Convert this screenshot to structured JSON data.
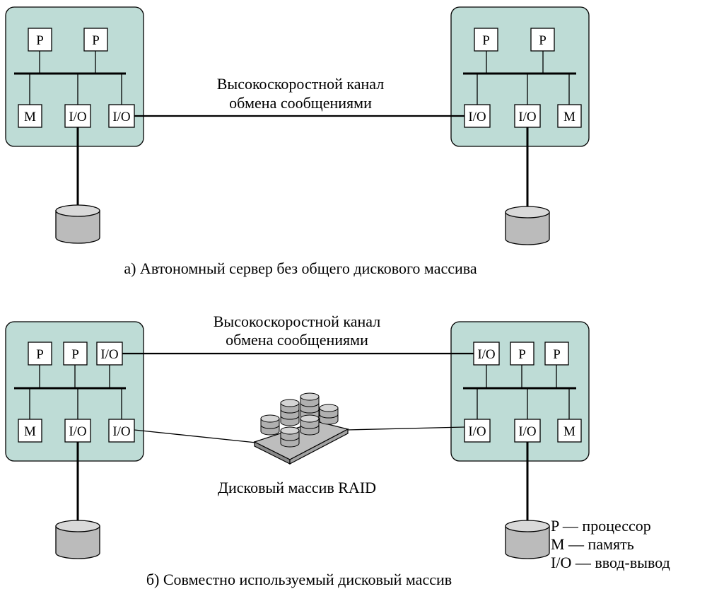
{
  "labels": {
    "processor": "P",
    "memory": "M",
    "io": "I/O"
  },
  "diagram_a": {
    "channel_line1": "Высокоскоростной канал",
    "channel_line2": "обмена сообщениями",
    "caption": "а) Автономный сервер без общего дискового массива"
  },
  "diagram_b": {
    "channel_line1": "Высокоскоростной канал",
    "channel_line2": "обмена сообщениями",
    "raid_label": "Дисковый массив RAID",
    "caption": "б) Совместно используемый дисковый массив"
  },
  "legend": {
    "p": "P — процессор",
    "m": "M — память",
    "io": "I/O — ввод-вывод"
  },
  "colors": {
    "node_fill": "#bedcd6",
    "disk_fill": "#bbbbbb"
  }
}
